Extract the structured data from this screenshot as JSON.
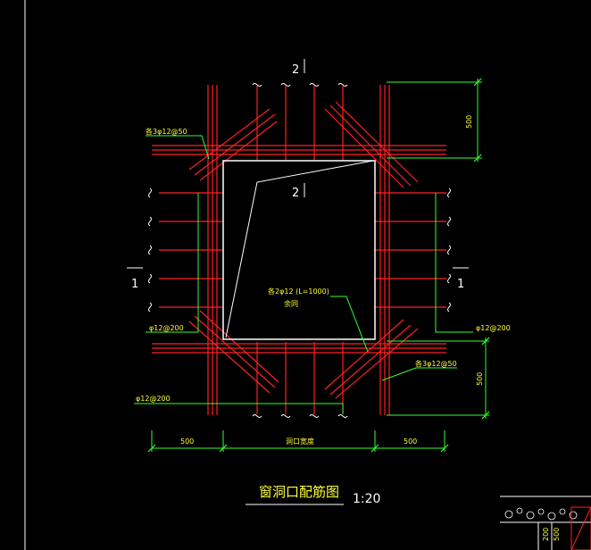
{
  "drawing": {
    "title": "窗洞口配筋图",
    "scale": "1:20",
    "section_mark": "1",
    "section_mark_top": "2",
    "section_mark_inner": "2",
    "labels": {
      "diag_top_left": "各3φ12@50",
      "diag_bottom_right": "各3φ12@50",
      "inner_bar": "各2φ12  (L=1000)",
      "inner_bar_sub": "余同",
      "left_bar": "φ12@200",
      "right_bar": "φ12@200",
      "bottom_bar": "φ12@200"
    },
    "dimensions": {
      "top_right": "500",
      "bottom_right": "500",
      "bottom_left": "500",
      "bottom_mid": "洞口宽度",
      "bottom_right_h": "500",
      "corner_a": "200",
      "corner_b": "500"
    }
  },
  "colors": {
    "background": "#000000",
    "rebar": "#ff2020",
    "dimension": "#33ff33",
    "text": "#ffff33",
    "opening": "#ffffff",
    "leader": "#33ff33"
  }
}
